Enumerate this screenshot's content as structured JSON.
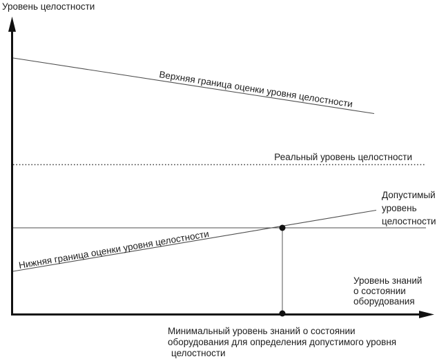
{
  "colors": {
    "background": "#ffffff",
    "axis": "#111111",
    "line": "#4d4d4d",
    "text": "#1c1c1c"
  },
  "y_axis": {
    "label": "Уровень целостности"
  },
  "x_axis": {
    "label_lines": [
      "Уровень знаний",
      "о состоянии",
      "оборудования"
    ]
  },
  "lines": {
    "upper_bound": {
      "label": "Верхняя граница оценки уровня целостности",
      "style": "solid",
      "trend": "falling"
    },
    "real_level": {
      "label": "Реальный уровень целостности",
      "style": "dotted",
      "trend": "horizontal"
    },
    "allowed_level": {
      "label_lines": [
        "Допустимый",
        "уровень",
        "целостности"
      ],
      "style": "solid",
      "trend": "horizontal"
    },
    "lower_bound": {
      "label": "Нижняя граница оценки уровня целостности",
      "style": "solid",
      "trend": "rising"
    }
  },
  "caption_lines": [
    "Минимальный  уровень знаний о состоянии",
    "оборудования для определения допустимого уровня",
    "целостности"
  ]
}
